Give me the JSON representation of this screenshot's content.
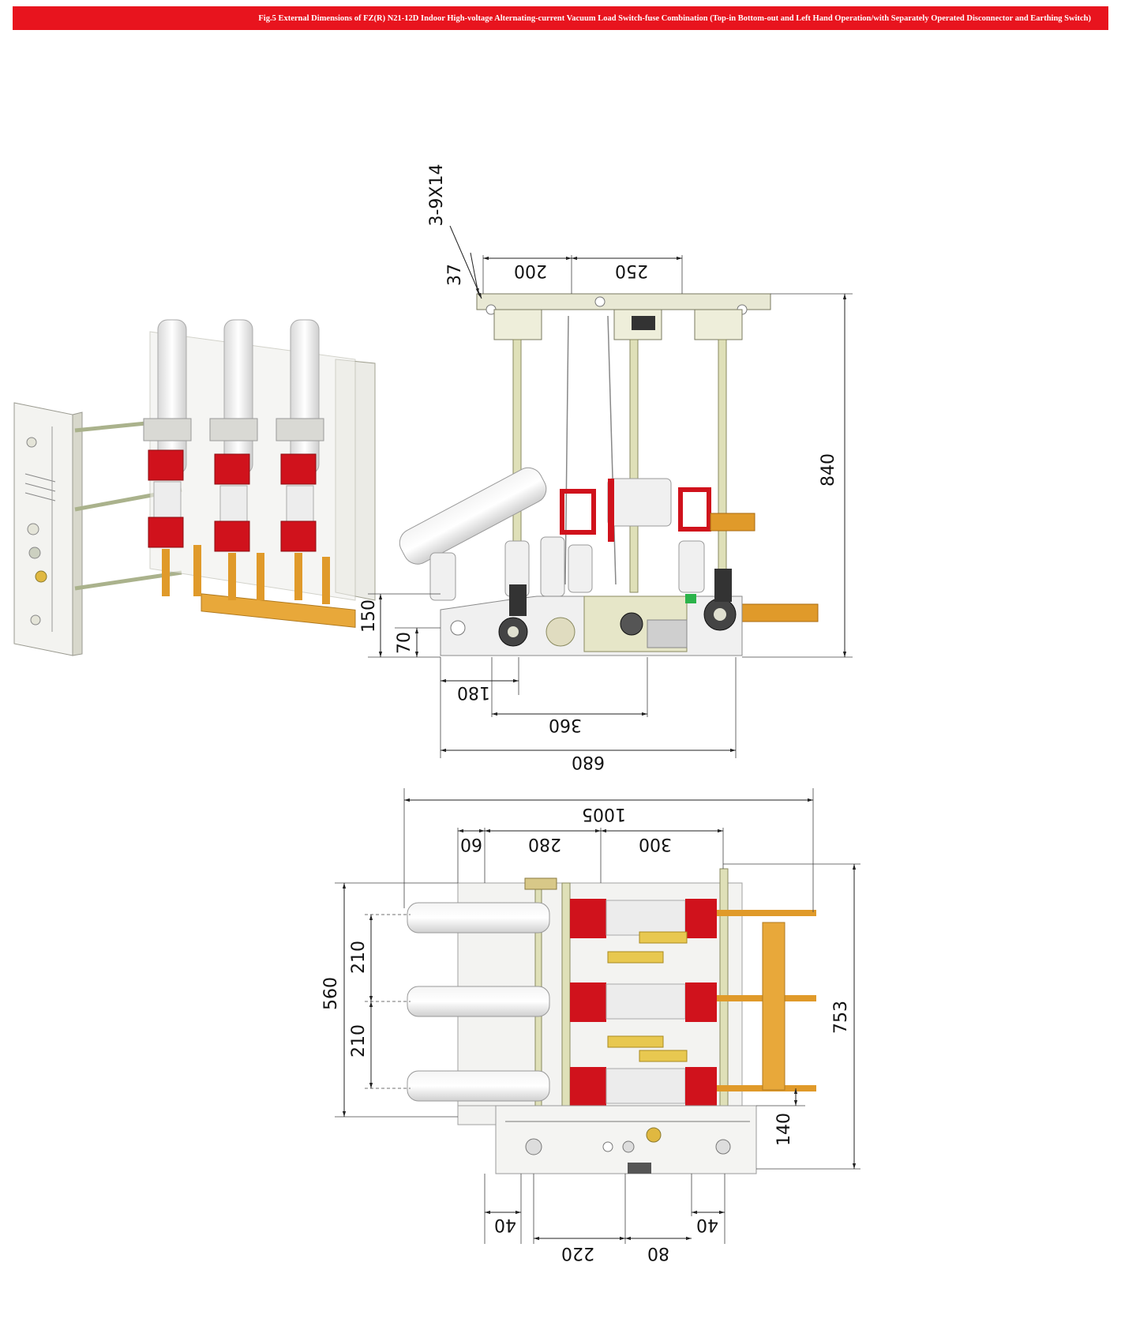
{
  "figure": {
    "title": "Fig.5 External Dimensions of FZ(R) N21-12D Indoor High-voltage Alternating-current Vacuum Load Switch-fuse Combination (Top-in Bottom-out and Left Hand Operation/with Separately Operated Disconnector and Earthing Switch)",
    "accent_color": "#e8141e"
  },
  "side_view": {
    "hole_spec": "3-9X14",
    "dims": {
      "d37": "37",
      "d200": "200",
      "d250": "250",
      "d840": "840",
      "d150": "150",
      "d70": "70",
      "d180": "180",
      "d360": "360",
      "d680": "680"
    }
  },
  "top_view": {
    "dims": {
      "d1005": "1005",
      "d60": "60",
      "d280": "280",
      "d300": "300",
      "d560": "560",
      "d210a": "210",
      "d210b": "210",
      "d753": "753",
      "d140": "140",
      "d40a": "40",
      "d220": "220",
      "d80": "80",
      "d40b": "40"
    }
  }
}
